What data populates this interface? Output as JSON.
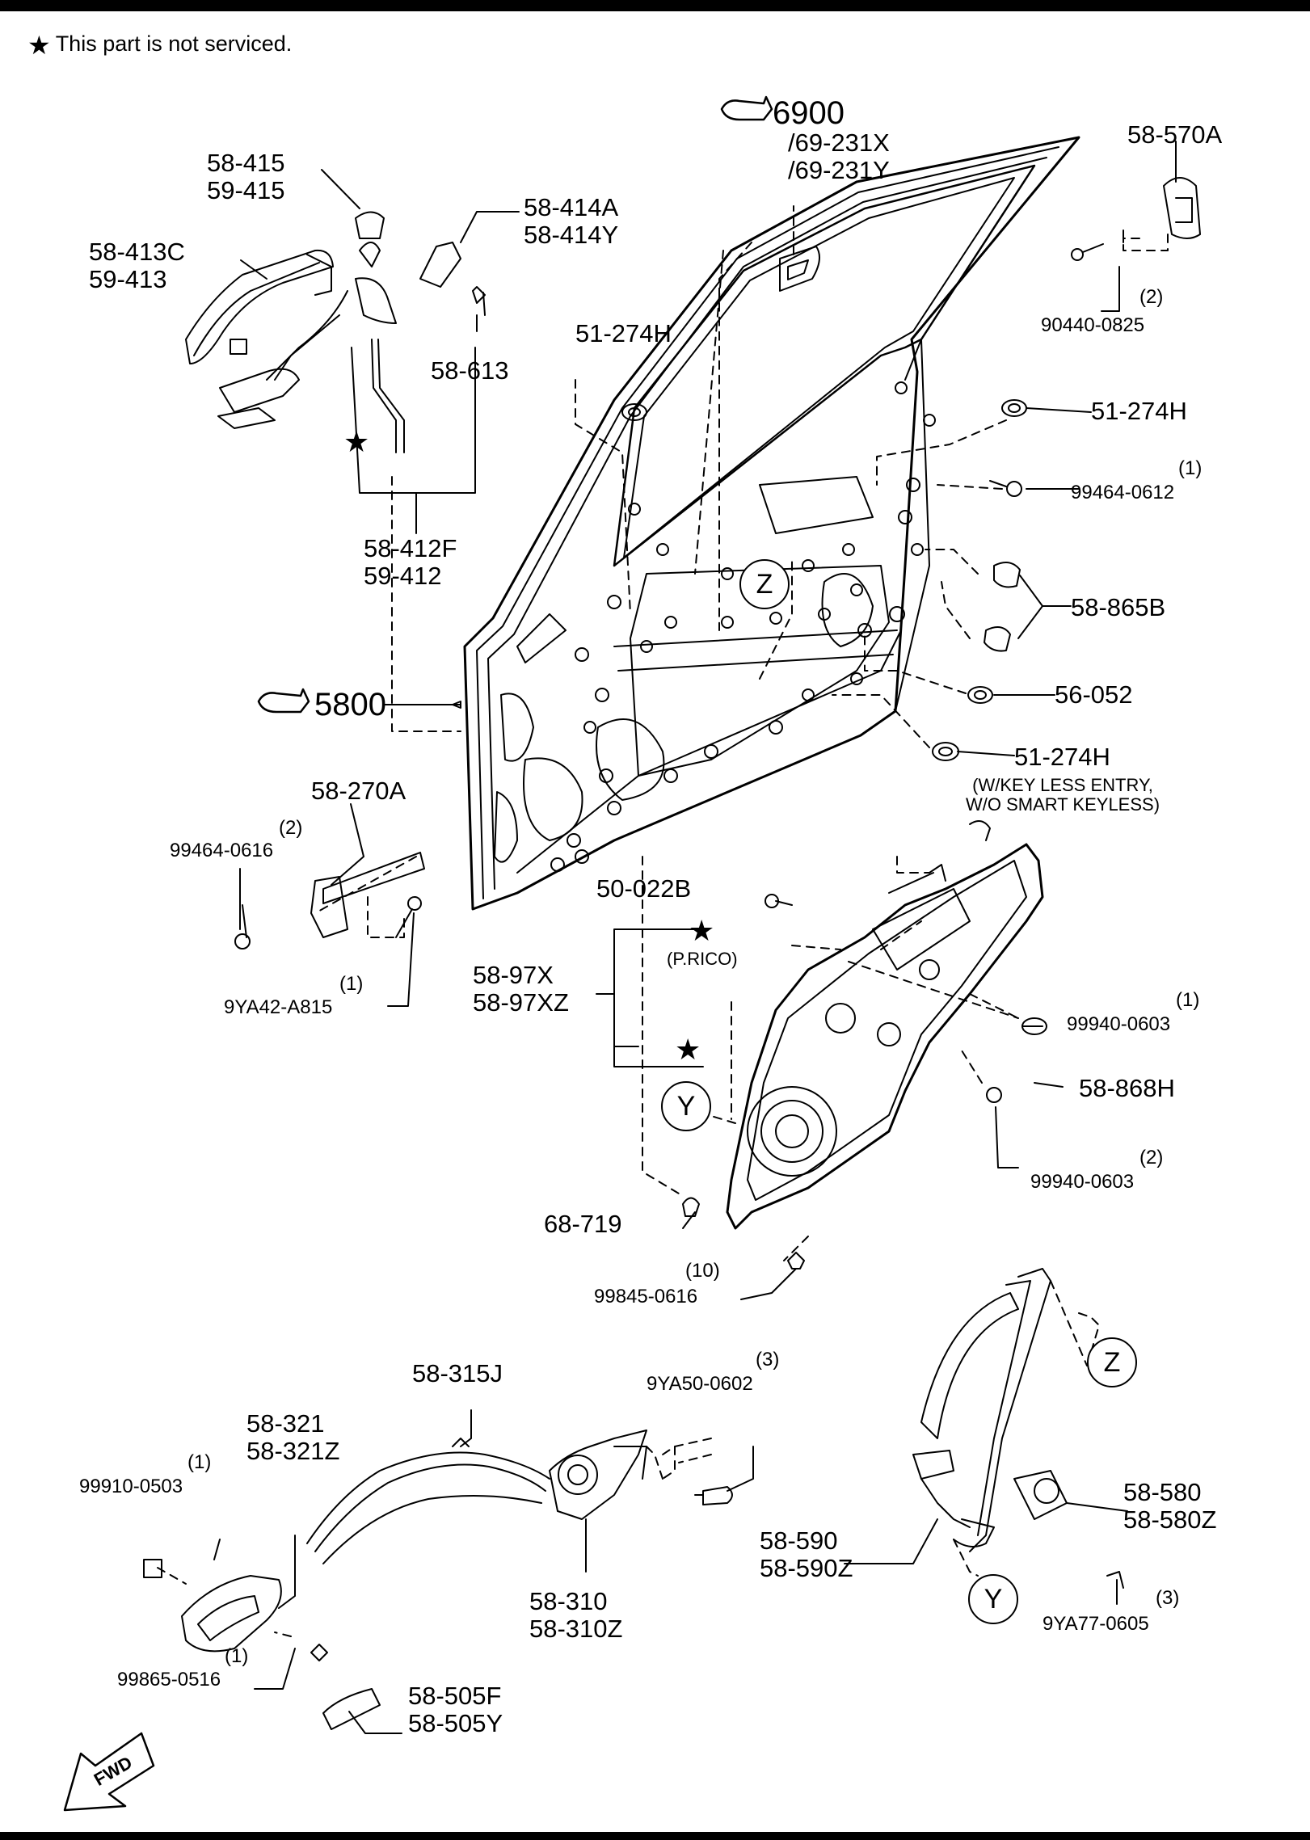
{
  "note": {
    "symbol": "★",
    "text": "This part is not serviced."
  },
  "refs": {
    "r6900": "6900",
    "r5800": "5800"
  },
  "labels": {
    "p6923": "/69-231X\n/69-231Y",
    "p58570a": "58-570A",
    "p90440": "90440-0825",
    "p90440q": "(2)",
    "p58415": "58-415\n59-415",
    "p58414": "58-414A\n58-414Y",
    "p58413": "58-413C\n59-413",
    "p51274a": "51-274H",
    "p58613": "58-613",
    "p51274b": "51-274H",
    "p99464a": "99464-0612",
    "p99464aq": "(1)",
    "p58412": "58-412F\n59-412",
    "p58865": "58-865B",
    "p56052": "56-052",
    "p51274c": "51-274H",
    "p51274cnote": "(W/KEY LESS ENTRY,\nW/O SMART KEYLESS)",
    "p58270": "58-270A",
    "p99464b": "99464-0616",
    "p99464bq": "(2)",
    "p50022": "50-022B",
    "p58868": "58-868H",
    "p58897": "58-97X\n58-97XZ",
    "prico": "(P.RICO)",
    "p99940a": "99940-0603",
    "p99940aq": "(1)",
    "p9ya42": "9YA42-A815",
    "p9ya42q": "(1)",
    "p99940b": "99940-0603",
    "p99940bq": "(2)",
    "p68719": "68-719",
    "p99845": "99845-0616",
    "p99845q": "(10)",
    "p58315": "58-315J",
    "p9ya50": "9YA50-0602",
    "p9ya50q": "(3)",
    "p58321": "58-321\n58-321Z",
    "p99910": "99910-0503",
    "p99910q": "(1)",
    "p58310": "58-310\n58-310Z",
    "p99865": "99865-0516",
    "p99865q": "(1)",
    "p58505": "58-505F\n58-505Y",
    "p58580": "58-580\n58-580Z",
    "p58590": "58-590\n58-590Z",
    "p9ya77": "9YA77-0605",
    "p9ya77q": "(3)"
  },
  "callouts": {
    "z": "Z",
    "y": "Y"
  },
  "fwd": "FWD"
}
